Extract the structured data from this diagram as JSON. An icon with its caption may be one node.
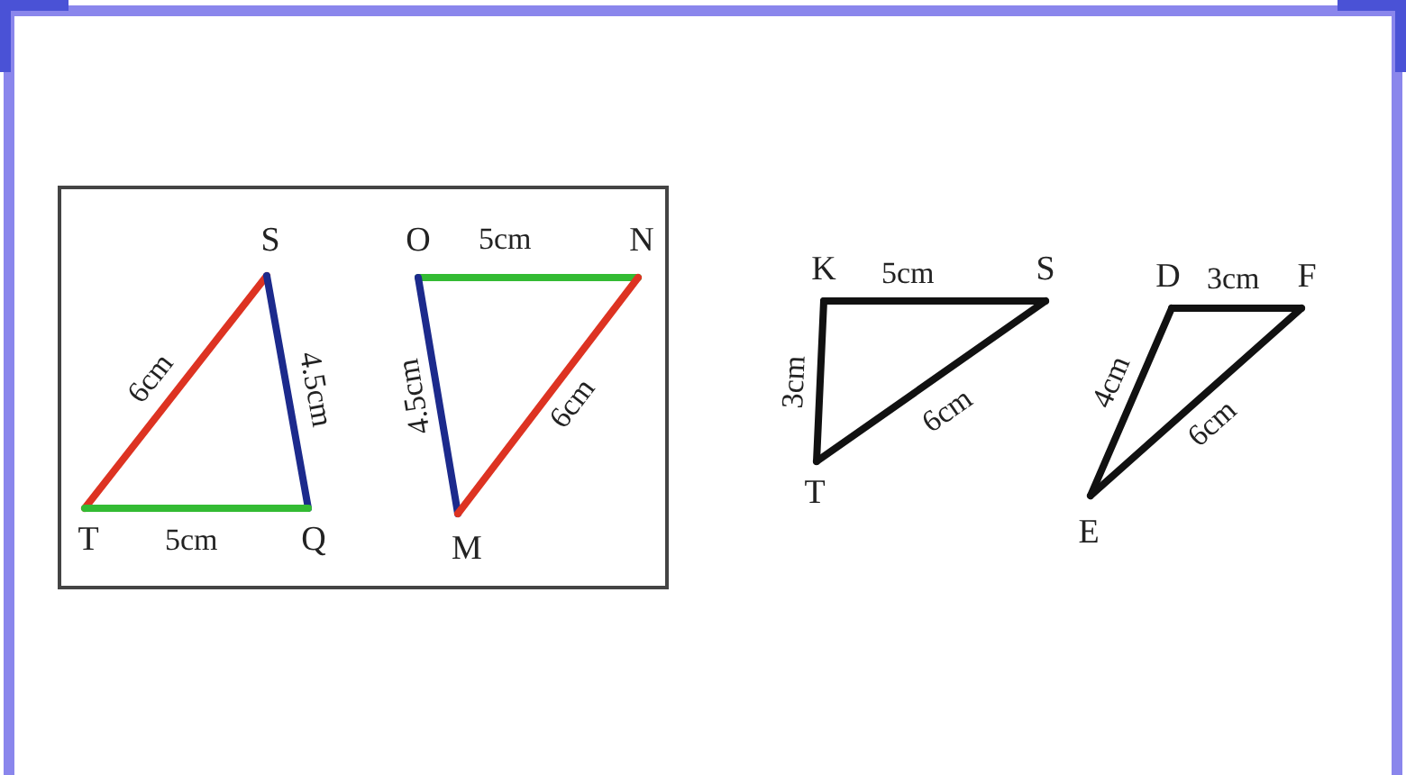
{
  "diagram": {
    "nodes": [
      {
        "text": [],
        "shape": "box"
      },
      {
        "text": [
          "S"
        ],
        "in": 0
      },
      {
        "text": [
          "T"
        ],
        "in": 0
      },
      {
        "text": [
          "Q"
        ],
        "in": 0
      },
      {
        "text": [
          "O"
        ],
        "in": 0
      },
      {
        "text": [
          "N"
        ],
        "in": 0
      },
      {
        "text": [
          "M"
        ],
        "in": 0
      },
      {
        "text": [
          "K"
        ]
      },
      {
        "text": [
          "S"
        ]
      },
      {
        "text": [
          "T"
        ]
      },
      {
        "text": [
          "D"
        ]
      },
      {
        "text": [
          "F"
        ]
      },
      {
        "text": [
          "E"
        ]
      }
    ],
    "edges": [
      {
        "from": 1,
        "to": 2,
        "arrow": "none",
        "label": "6cm",
        "color": "#dd3322"
      },
      {
        "from": 1,
        "to": 3,
        "arrow": "none",
        "label": "4.5cm",
        "color": "#1c2a8c"
      },
      {
        "from": 2,
        "to": 3,
        "arrow": "none",
        "label": "5cm",
        "color": "#33bb33"
      },
      {
        "from": 4,
        "to": 5,
        "arrow": "none",
        "label": "5cm",
        "color": "#33bb33"
      },
      {
        "from": 4,
        "to": 6,
        "arrow": "none",
        "label": "4.5cm",
        "color": "#1c2a8c"
      },
      {
        "from": 5,
        "to": 6,
        "arrow": "none",
        "label": "6cm",
        "color": "#dd3322"
      },
      {
        "from": 7,
        "to": 8,
        "arrow": "none",
        "label": "5cm",
        "color": "#111111"
      },
      {
        "from": 7,
        "to": 9,
        "arrow": "none",
        "label": "3cm",
        "color": "#111111"
      },
      {
        "from": 8,
        "to": 9,
        "arrow": "none",
        "label": "6cm",
        "color": "#111111"
      },
      {
        "from": 10,
        "to": 11,
        "arrow": "none",
        "label": "3cm",
        "color": "#111111"
      },
      {
        "from": 10,
        "to": 12,
        "arrow": "none",
        "label": "4cm",
        "color": "#111111"
      },
      {
        "from": 11,
        "to": 12,
        "arrow": "none",
        "label": "6cm",
        "color": "#111111"
      }
    ]
  }
}
